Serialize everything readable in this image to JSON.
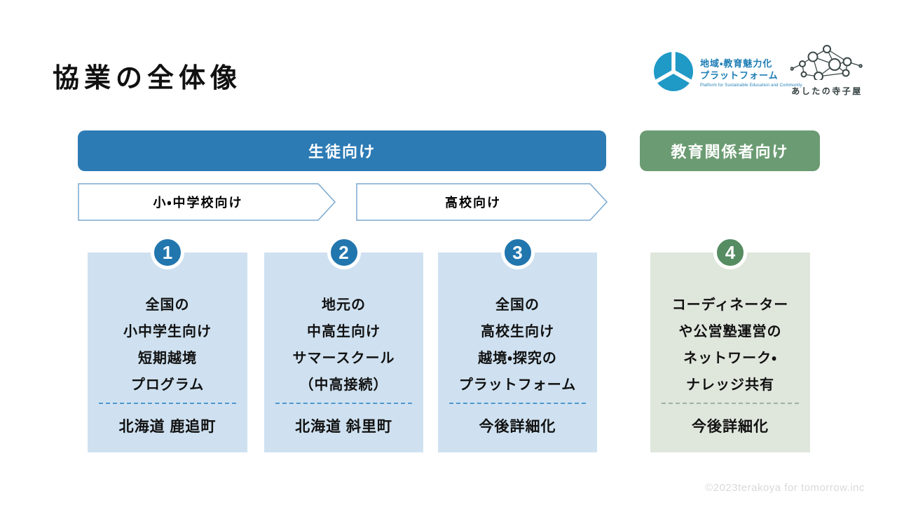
{
  "slide": {
    "title": "協業の全体像",
    "footer": "©2023terakoya for tomorrow.inc"
  },
  "logos": {
    "platform": {
      "line1": "地域・教育魅力化",
      "line2": "プラットフォーム",
      "tagline": "Platform for Sustainable Education and Community"
    },
    "terakoya": {
      "label": "あしたの寺子屋"
    }
  },
  "banners": {
    "students": "生徒向け",
    "educators": "教育関係者向け"
  },
  "arrows": [
    {
      "label": "小・中学校向け"
    },
    {
      "label": "高校向け"
    }
  ],
  "cards": [
    {
      "num": "1",
      "lines": [
        "全国の",
        "小中学生向け",
        "短期越境",
        "プログラム"
      ],
      "location": "北海道 鹿追町"
    },
    {
      "num": "2",
      "lines": [
        "地元の",
        "中高生向け",
        "サマースクール",
        "（中高接続）"
      ],
      "location": "北海道 斜里町"
    },
    {
      "num": "3",
      "lines": [
        "全国の",
        "高校生向け",
        "越境・探究の",
        "プラットフォーム"
      ],
      "location": "今後詳細化"
    },
    {
      "num": "4",
      "lines": [
        "コーディネーター",
        "や公営塾運営の",
        "ネットワーク・",
        "ナレッジ共有"
      ],
      "location": "今後詳細化"
    }
  ],
  "colors": {
    "banner_blue": "#2d7bb5",
    "banner_green": "#6b9b72",
    "card_blue_bg": "#cfe1f0",
    "card_green_bg": "#dfe6dc",
    "badge_blue": "#2176ae",
    "badge_green": "#558c62",
    "dash_blue": "#4f97cd",
    "dash_green": "#9db39e",
    "arrow_border": "#7aa8cf",
    "logo_cyan": "#1f99c6",
    "logo_text_blue": "#1b7cb4",
    "footer_gray": "#d9d9d9"
  }
}
